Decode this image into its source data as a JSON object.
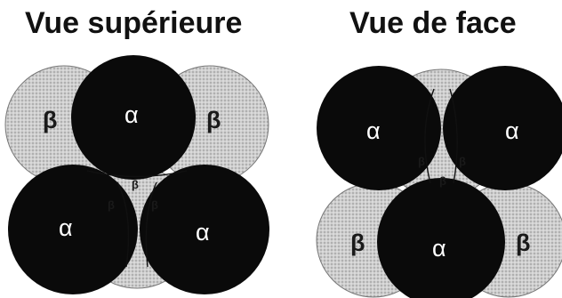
{
  "titles": {
    "top_view": "Vue supérieure",
    "front_view": "Vue de face"
  },
  "labels": {
    "alpha": "α",
    "beta": "β"
  },
  "colors": {
    "alpha_fill": "#0a0a0a",
    "beta_fill": "#c9c9c9",
    "outline": "#000000"
  }
}
